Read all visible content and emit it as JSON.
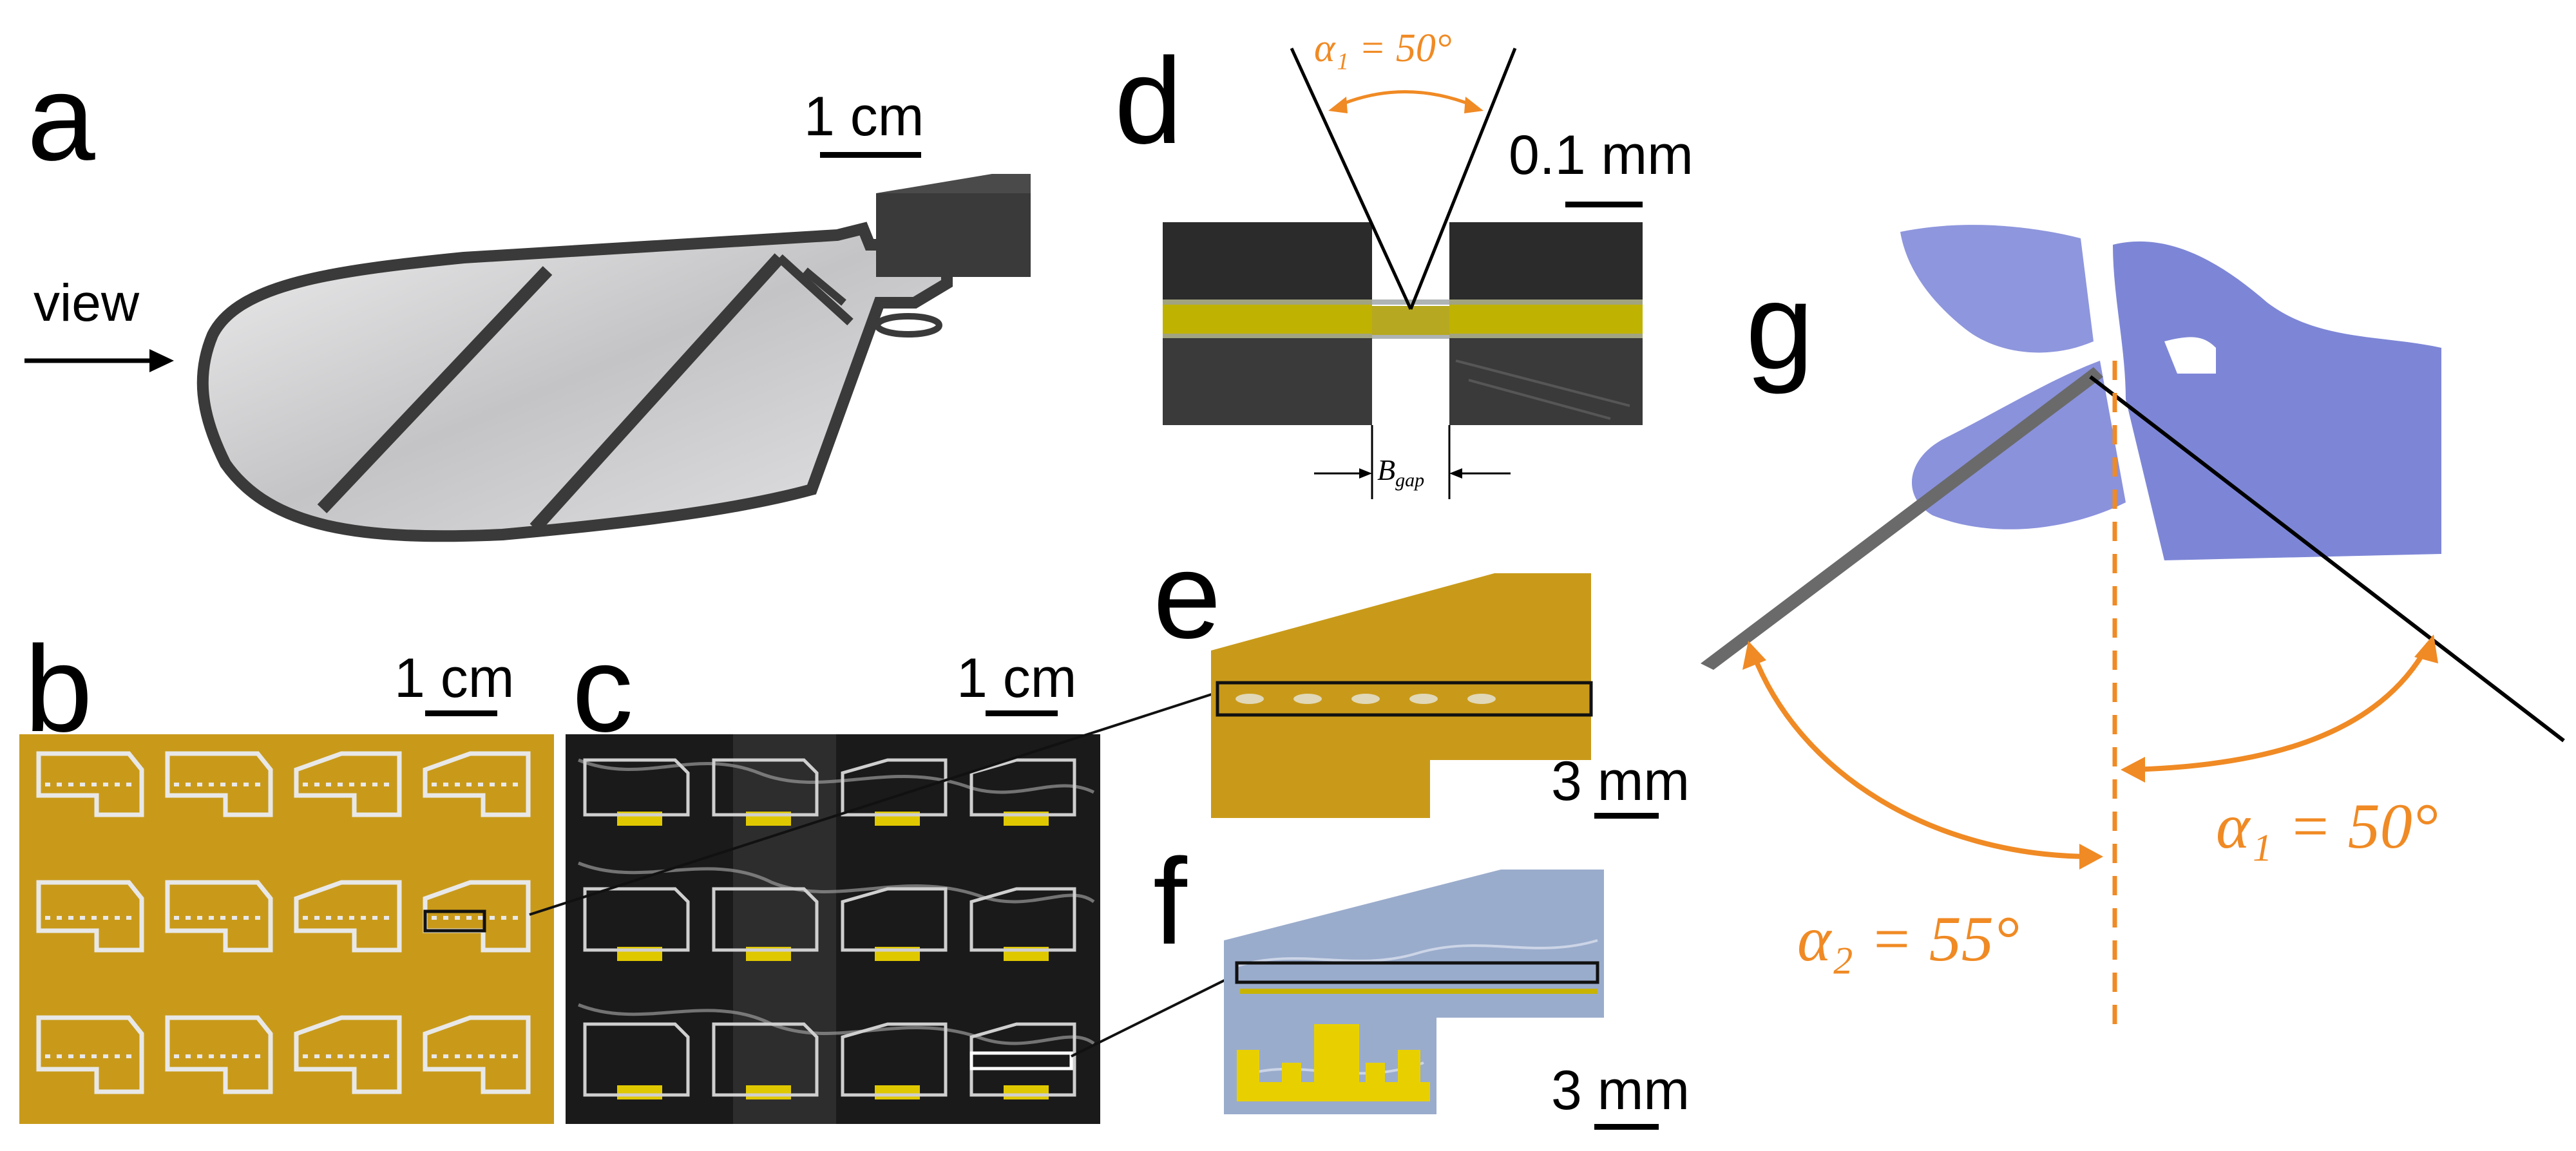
{
  "panels": {
    "a": {
      "letter": "a",
      "scale": "1 cm",
      "arrow_label": "view"
    },
    "b": {
      "letter": "b",
      "scale": "1 cm"
    },
    "c": {
      "letter": "c",
      "scale": "1 cm"
    },
    "d": {
      "letter": "d",
      "scale": "0.1 mm",
      "angle_label": "α₁ = 50°",
      "gap_label": "B",
      "gap_sub": "gap"
    },
    "e": {
      "letter": "e",
      "scale": "3 mm"
    },
    "f": {
      "letter": "f",
      "scale": "3 mm"
    },
    "g": {
      "letter": "g",
      "alpha1": "α₁ = 50°",
      "alpha2": "α₂ = 55°"
    }
  },
  "colors": {
    "accent_orange": "#f08a24",
    "kapton_yellow": "#c99a1a",
    "trace_yellow": "#e8d000",
    "dark_layer": "#2b2b2b",
    "glove_blue": "#7d86d6",
    "wing_film": "#c9c9cb"
  },
  "icons": [
    "arrow-right-icon",
    "curved-double-arrow-icon"
  ]
}
